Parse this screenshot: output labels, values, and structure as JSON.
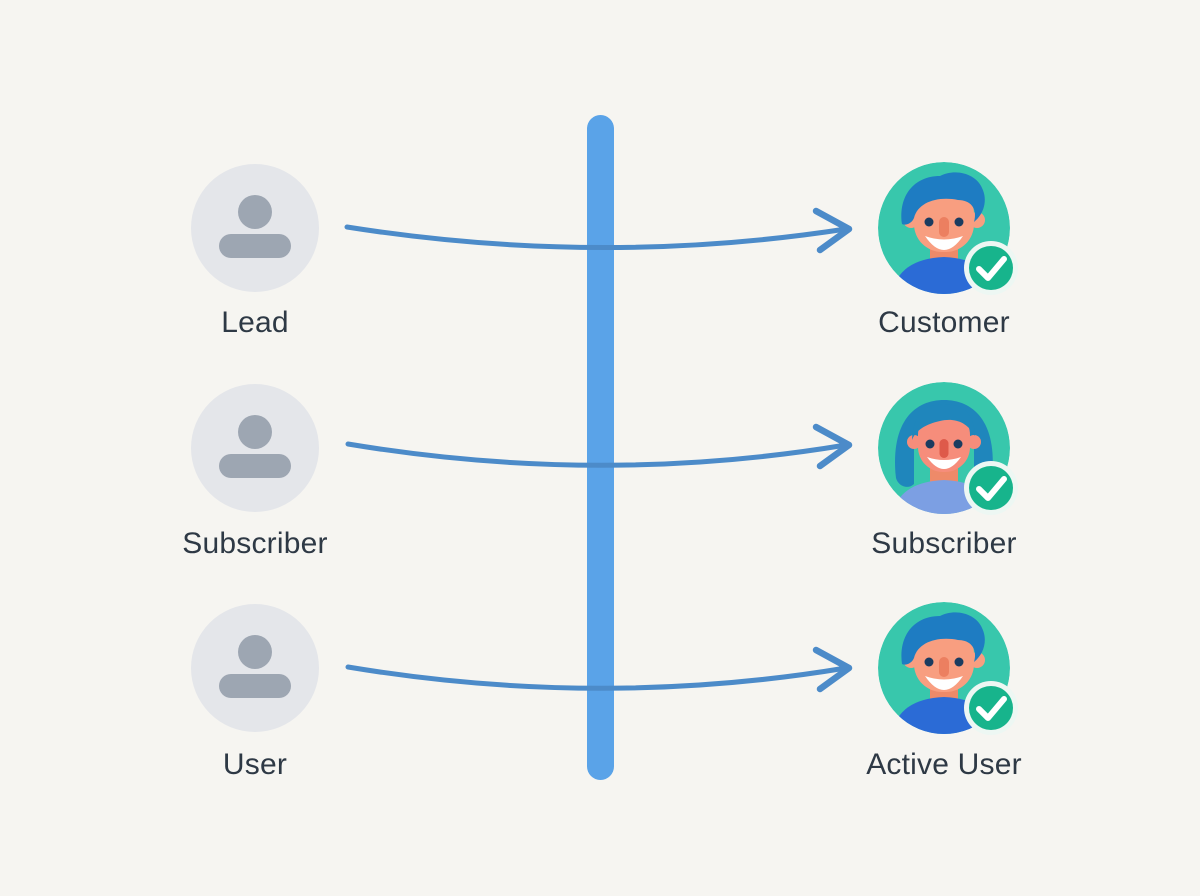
{
  "rows": [
    {
      "left": {
        "label": "Lead",
        "icon": "person-icon"
      },
      "right": {
        "label": "Customer",
        "avatar": "man",
        "badge_icon": "check-icon"
      }
    },
    {
      "left": {
        "label": "Subscriber",
        "icon": "person-icon"
      },
      "right": {
        "label": "Subscriber",
        "avatar": "woman",
        "badge_icon": "check-icon"
      }
    },
    {
      "left": {
        "label": "User",
        "icon": "person-icon"
      },
      "right": {
        "label": "Active User",
        "avatar": "man",
        "badge_icon": "check-icon"
      }
    }
  ],
  "colors": {
    "background": "#F6F5F1",
    "bar": "#5AA3E8",
    "arrow": "#4C8BC9",
    "label_text": "#2E3945",
    "left_avatar_bg": "#E4E6EA",
    "left_avatar_icon": "#9DA6B2",
    "right_avatar_bg": "#38C7AC",
    "badge_green": "#17B48C",
    "badge_ring": "#EDF7F3",
    "man_hair": "#1E7CC2",
    "woman_hair": "#1F86BC",
    "man_skin": "#F89E80",
    "woman_skin": "#F68D7B",
    "man_shirt": "#2B6BD6",
    "woman_shirt": "#7C9FE3",
    "man_nose": "#EC7F60",
    "woman_nose": "#DE5A4A",
    "neck": "#EE8A69",
    "eyes": "#1A3C60",
    "mouth": "#FFFFFF"
  }
}
